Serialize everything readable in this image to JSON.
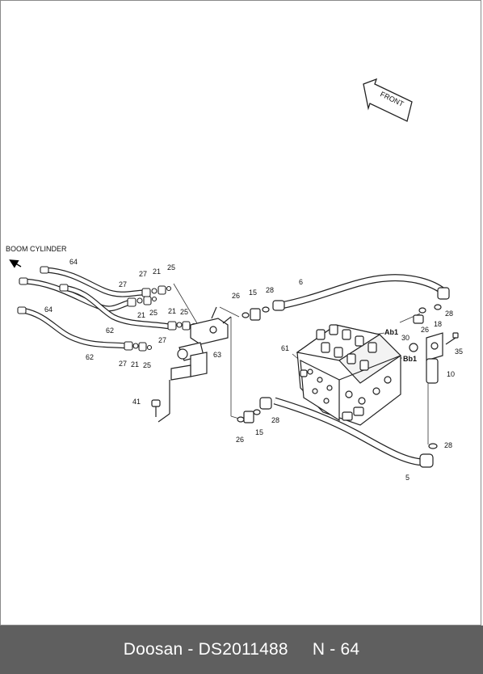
{
  "diagram": {
    "front_label": "FRONT",
    "boom_cylinder_label": "BOOM CYLINDER",
    "valve_port_labels": [
      "Ab1",
      "Bb1"
    ],
    "callouts": [
      {
        "id": "c64a",
        "text": "64"
      },
      {
        "id": "c64b",
        "text": "64"
      },
      {
        "id": "c62a",
        "text": "62"
      },
      {
        "id": "c62b",
        "text": "62"
      },
      {
        "id": "c27a",
        "text": "27"
      },
      {
        "id": "c27b",
        "text": "27"
      },
      {
        "id": "c27c",
        "text": "27"
      },
      {
        "id": "c27d",
        "text": "27"
      },
      {
        "id": "c21a",
        "text": "21"
      },
      {
        "id": "c21b",
        "text": "21"
      },
      {
        "id": "c21c",
        "text": "21"
      },
      {
        "id": "c21d",
        "text": "21"
      },
      {
        "id": "c25a",
        "text": "25"
      },
      {
        "id": "c25b",
        "text": "25"
      },
      {
        "id": "c25c",
        "text": "25"
      },
      {
        "id": "c25d",
        "text": "25"
      },
      {
        "id": "c26a",
        "text": "26"
      },
      {
        "id": "c26b",
        "text": "26"
      },
      {
        "id": "c26c",
        "text": "26"
      },
      {
        "id": "c15a",
        "text": "15"
      },
      {
        "id": "c15b",
        "text": "15"
      },
      {
        "id": "c28a",
        "text": "28"
      },
      {
        "id": "c28b",
        "text": "28"
      },
      {
        "id": "c28c",
        "text": "28"
      },
      {
        "id": "c28d",
        "text": "28"
      },
      {
        "id": "c6",
        "text": "6"
      },
      {
        "id": "c5",
        "text": "5"
      },
      {
        "id": "c10",
        "text": "10"
      },
      {
        "id": "c18",
        "text": "18"
      },
      {
        "id": "c30",
        "text": "30"
      },
      {
        "id": "c35",
        "text": "35"
      },
      {
        "id": "c41",
        "text": "41"
      },
      {
        "id": "c61",
        "text": "61"
      },
      {
        "id": "c63",
        "text": "63"
      }
    ]
  },
  "footer": {
    "brand_part": "Doosan - DS2011488",
    "page": "N - 64"
  }
}
